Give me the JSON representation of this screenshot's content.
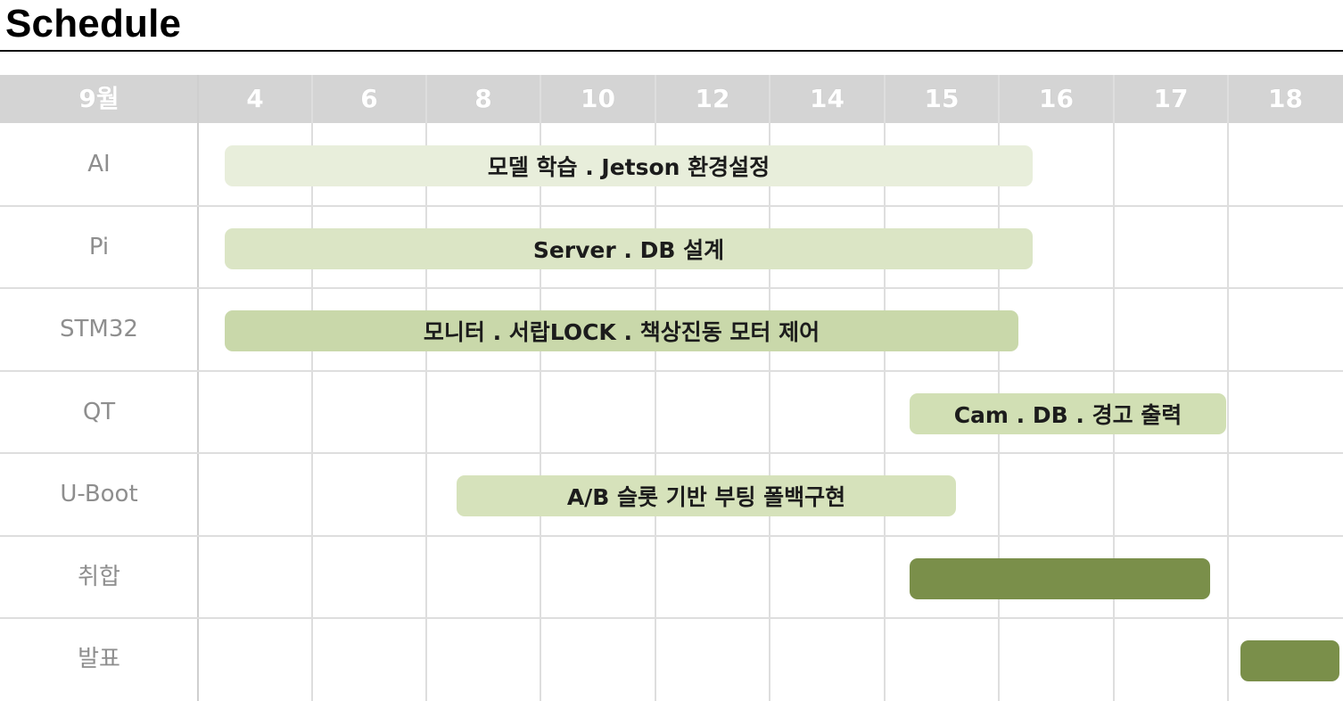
{
  "title": "Schedule",
  "chart_data": {
    "type": "gantt",
    "columns": [
      "9월",
      "4",
      "6",
      "8",
      "10",
      "12",
      "14",
      "15",
      "16",
      "17",
      "18"
    ],
    "rows": [
      {
        "label": "AI",
        "task": "모델 학습 . Jetson 환경설정",
        "start": 4,
        "end": 16,
        "color": "#e8eedb"
      },
      {
        "label": "Pi",
        "task": "Server . DB 설계",
        "start": 4,
        "end": 16,
        "color": "#dbe5c5"
      },
      {
        "label": "STM32",
        "task": "모니터 . 서랍LOCK . 책상진동 모터 제어",
        "start": 4,
        "end": 16,
        "color": "#c9d8aa"
      },
      {
        "label": "QT",
        "task": "Cam . DB . 경고 출력",
        "start": 15,
        "end": 18,
        "color": "#d1dfb4"
      },
      {
        "label": "U-Boot",
        "task": "A/B 슬롯 기반 부팅 폴백구현",
        "start": 8,
        "end": 15,
        "color": "#d6e2bb"
      },
      {
        "label": "취합",
        "task": "",
        "start": 15,
        "end": 17,
        "color": "#7a8f4a"
      },
      {
        "label": "발표",
        "task": "",
        "start": 18,
        "end": 18,
        "color": "#7a8f4a"
      }
    ]
  }
}
